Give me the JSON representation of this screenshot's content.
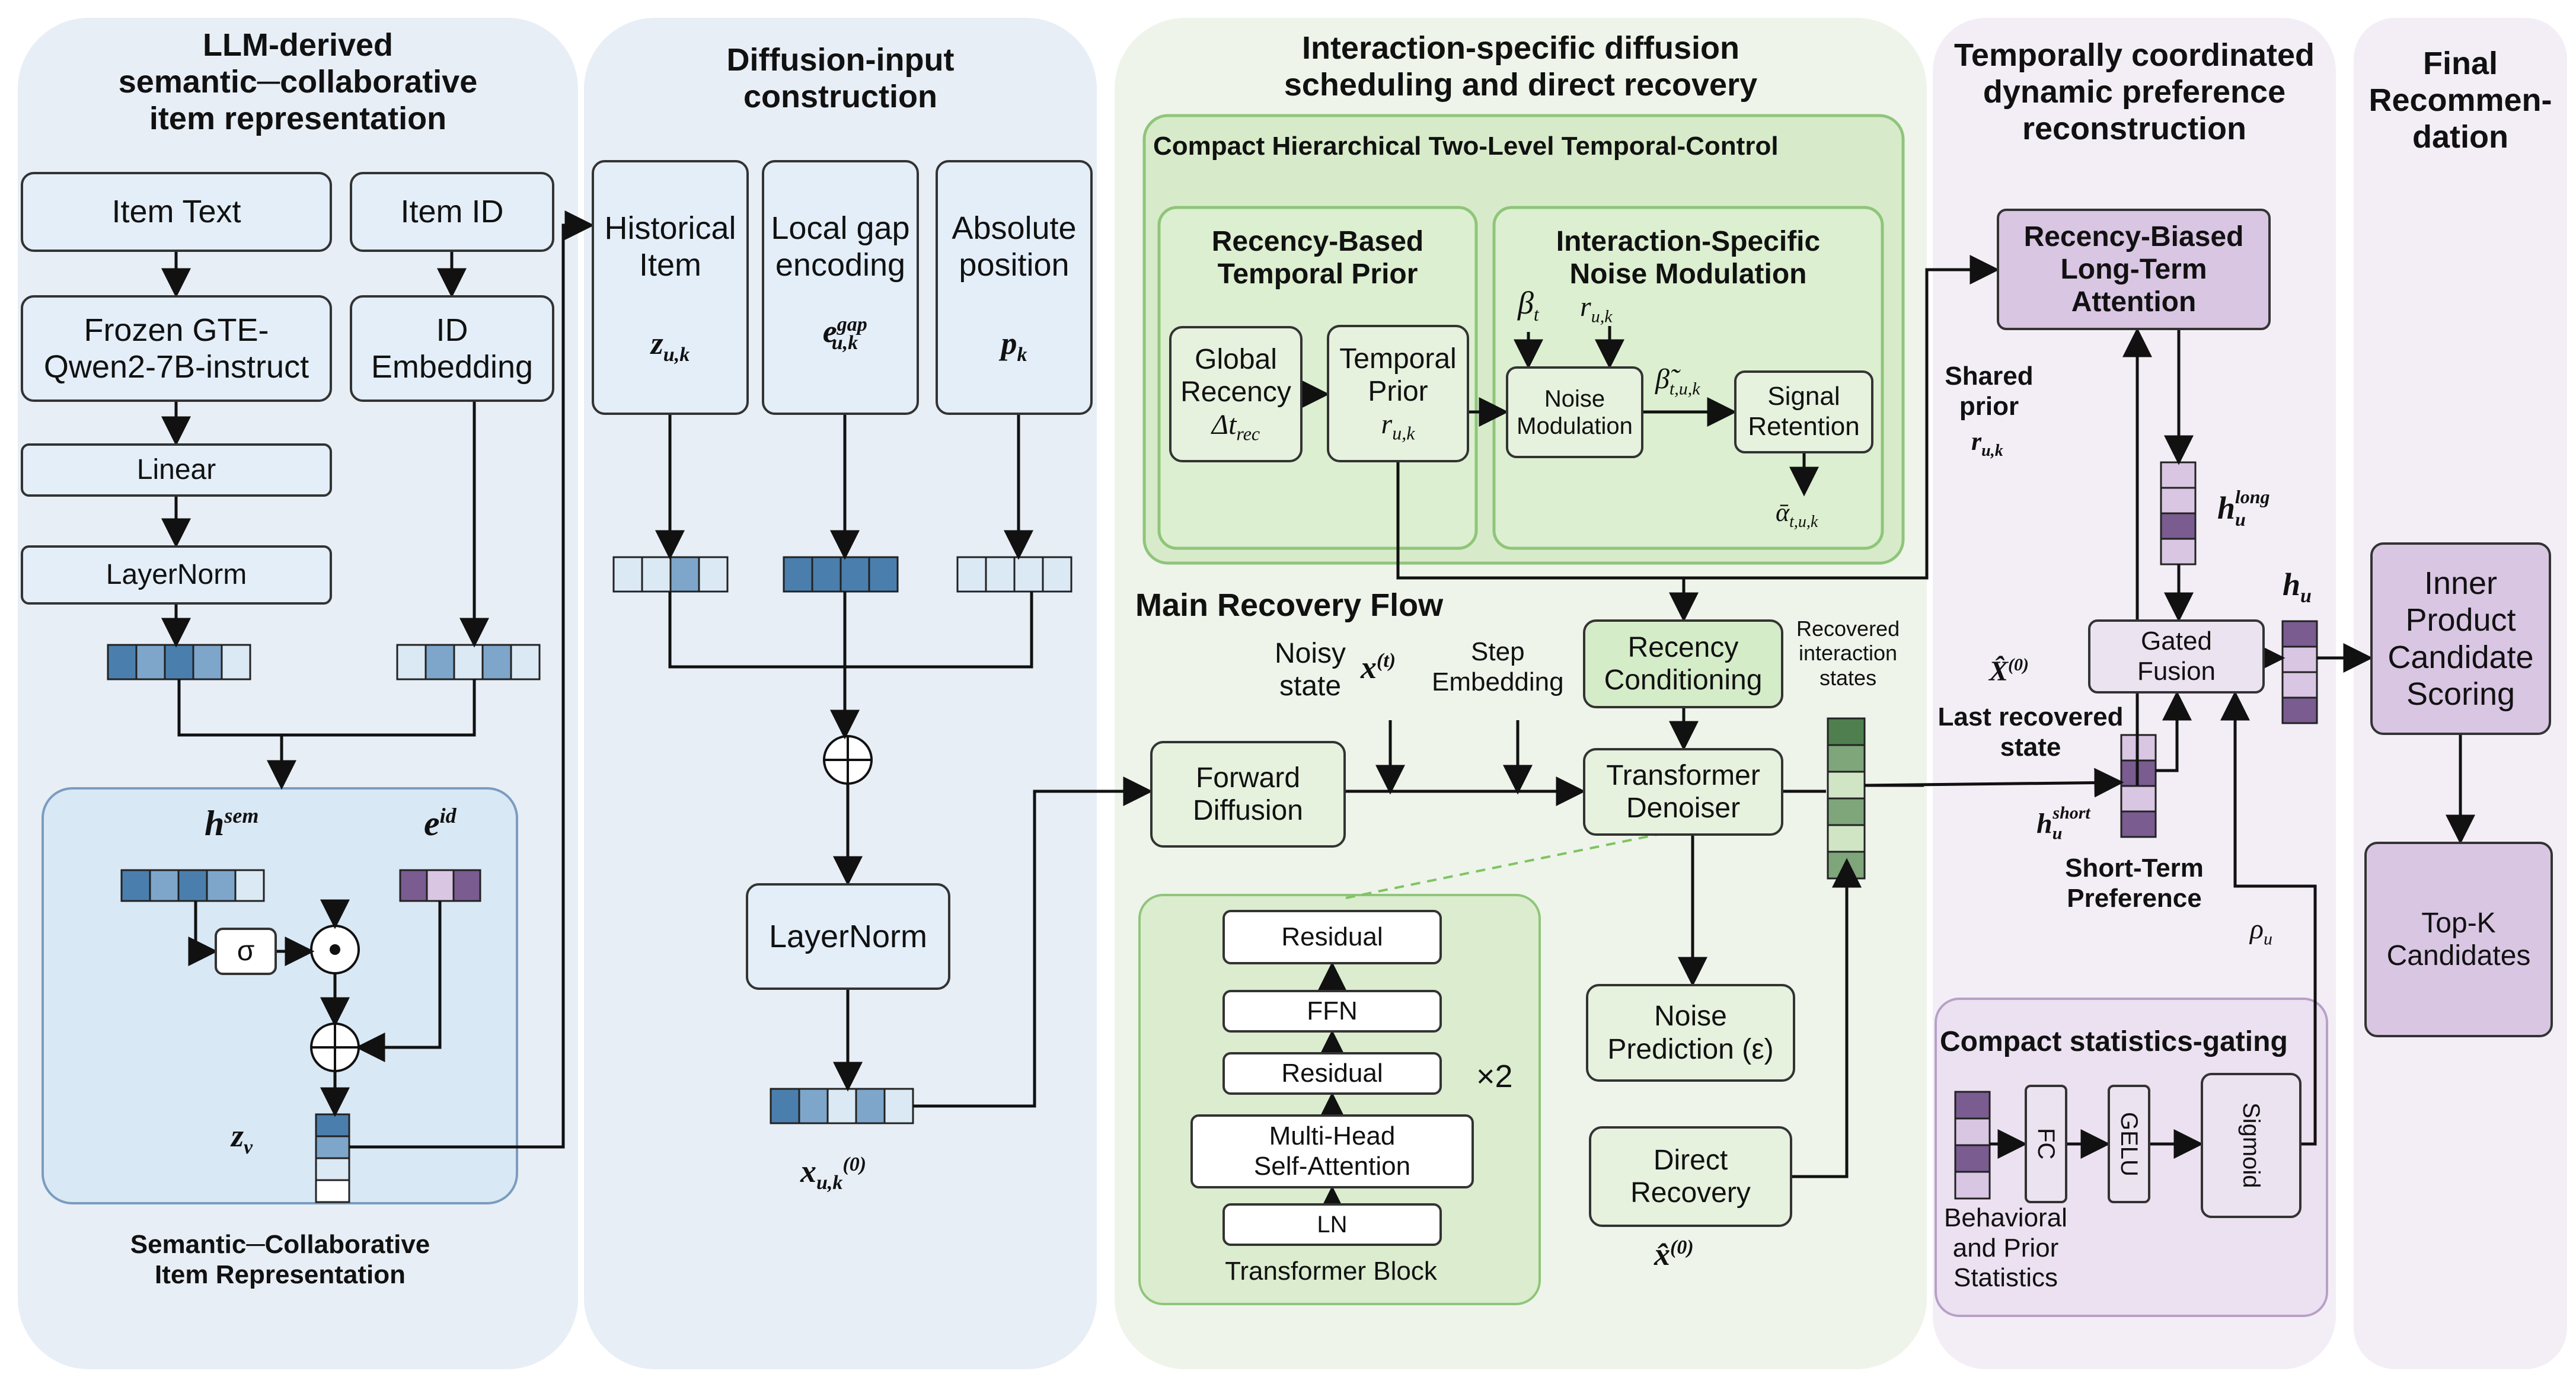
{
  "sections": {
    "s1_title": "LLM-derived\nsemantic─collaborative\nitem representation",
    "s2_title": "Diffusion-input\nconstruction",
    "s3_title": "Interaction-specific diffusion\nscheduling and direct recovery",
    "s4_title": "Temporally coordinated\ndynamic preference\nreconstruction",
    "s5_title": "Final\nRecommen-\ndation"
  },
  "panel1": {
    "item_text": "Item Text",
    "item_id": "Item ID",
    "frozen_gte": "Frozen GTE-\nQwen2-7B-instruct",
    "id_embedding": "ID\nEmbedding",
    "linear": "Linear",
    "layernorm": "LayerNorm",
    "h_sem": "h",
    "h_sem_sup": "sem",
    "e_id": "e",
    "e_id_sup": "id",
    "sigma": "σ",
    "odot": "⊙",
    "z_v": "z",
    "z_v_sub": "v",
    "caption": "Semantic─Collaborative\nItem Representation"
  },
  "panel2": {
    "historical_item": "Historical\nItem",
    "local_gap": "Local gap\nencoding",
    "absolute_position": "Absolute\nposition",
    "z_uk": "z",
    "z_uk_sub": "u,k",
    "e_gap": "e",
    "e_gap_sup": "gap",
    "e_gap_sub": "u,k",
    "p_k": "p",
    "p_k_sub": "k",
    "oplus": "⊕",
    "layernorm": "LayerNorm",
    "x0": "x",
    "x0_sub": "u,k",
    "x0_sup": "(0)"
  },
  "panel3": {
    "compact_title": "Compact Hierarchical Two-Level Temporal-Control",
    "recency_prior_title": "Recency-Based\nTemporal Prior",
    "noise_mod_title": "Interaction-Specific\nNoise Modulation",
    "global_recency": "Global\nRecency",
    "delta_t_rec": "Δt",
    "delta_t_rec_sub": "rec",
    "temporal_prior": "Temporal\nPrior",
    "r_uk": "r",
    "r_uk_sub": "u,k",
    "beta_t": "β",
    "beta_t_sub": "t",
    "r_uk2": "r",
    "r_uk2_sub": "u,k",
    "noise_modulation": "Noise\nModulation",
    "beta_tilde": "β̃",
    "beta_tilde_sub": "t,u,k",
    "signal_retention": "Signal\nRetention",
    "alpha_bar": "ᾱ",
    "alpha_bar_sub": "t,u,k",
    "main_flow": "Main Recovery Flow",
    "noisy_state": "Noisy\nstate",
    "x_t": "x",
    "x_t_sup": "(t)",
    "step_embedding": "Step\nEmbedding",
    "recency_conditioning": "Recency\nConditioning",
    "forward_diffusion": "Forward\nDiffusion",
    "transformer_denoiser": "Transformer\nDenoiser",
    "recovered_states": "Recovered\ninteraction\nstates",
    "noise_prediction": "Noise\nPrediction (ε)",
    "direct_recovery": "Direct\nRecovery",
    "x_hat0": "x̂",
    "x_hat0_sup": "(0)",
    "block_residual_top": "Residual",
    "block_ffn": "FFN",
    "block_residual_mid": "Residual",
    "block_mhsa": "Multi-Head\nSelf-Attention",
    "block_ln": "LN",
    "block_caption": "Transformer Block",
    "times_two": "×2"
  },
  "panel4": {
    "long_term_attention": "Recency-Biased\nLong-Term\nAttention",
    "shared_prior": "Shared\nprior",
    "shared_r": "r",
    "shared_r_sub": "u,k",
    "h_long": "h",
    "h_long_sub": "u",
    "h_long_sup": "long",
    "gated_fusion": "Gated\nFusion",
    "x_hat_label": "X̂",
    "x_hat_label_sup": "(0)",
    "last_recovered": "Last recovered\nstate",
    "h_short": "h",
    "h_short_sub": "u",
    "h_short_sup": "short",
    "short_term": "Short-Term\nPreference",
    "rho_u": "ρ",
    "rho_u_sub": "u",
    "h_u": "h",
    "h_u_sub": "u",
    "stats_title": "Compact statistics-gating",
    "fc": "FC",
    "gelu": "GELU",
    "sigmoid": "Sigmoid",
    "behavioral": "Behavioral\nand Prior\nStatistics"
  },
  "panel5": {
    "scoring": "Inner\nProduct\nCandidate\nScoring",
    "topk": "Top-K\nCandidates"
  },
  "colors": {
    "blue_dark": "#4a7fad",
    "blue_mid": "#7ea6cb",
    "blue_light": "#dbe9f5",
    "purple_dark": "#7a5c91",
    "purple_light": "#d9c6e3",
    "green_dark": "#4f7f4f",
    "green_mid": "#7fa57a",
    "green_light": "#cfe5c4"
  }
}
